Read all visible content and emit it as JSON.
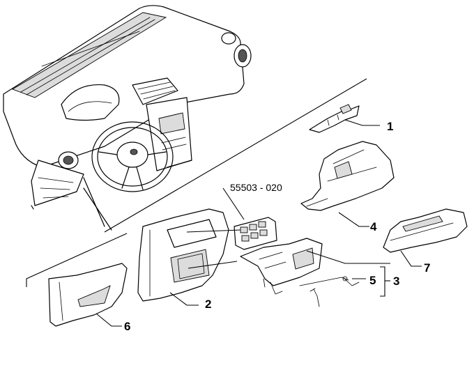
{
  "diagram": {
    "callouts": {
      "c1": "1",
      "c2": "2",
      "c3": "3",
      "c4": "4",
      "c5": "5",
      "c6": "6",
      "c7": "7",
      "part_number": "55503 - 020"
    }
  }
}
